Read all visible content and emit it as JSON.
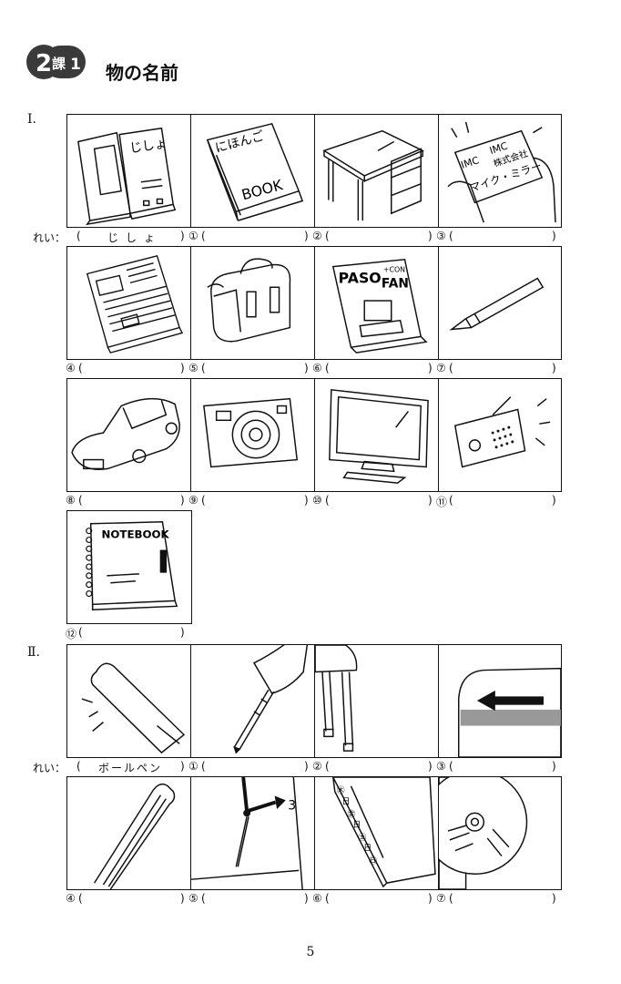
{
  "header": {
    "lesson_number": "2",
    "lesson_kanji": "課",
    "lesson_sub": "1",
    "title": "物の名前"
  },
  "section1": {
    "mark": "Ⅰ.",
    "example_prefix": "れい：",
    "example_answer": "じしょ",
    "nums": [
      "①",
      "②",
      "③",
      "④",
      "⑤",
      "⑥",
      "⑦",
      "⑧",
      "⑨",
      "⑩",
      "⑪",
      "⑫"
    ],
    "picture_text": {
      "jisho_book": "じしょ",
      "nihongo_book": "にほんご",
      "book_word": "BOOK",
      "card_company": "IMC",
      "card_company2": "IMC",
      "card_kaisha": "株式会社",
      "card_name": "マイク・ミラー",
      "magazine_a": "PASO",
      "magazine_b": "FAN",
      "magazine_c": "+CON",
      "notebook": "NOTEBOOK"
    }
  },
  "section2": {
    "mark": "Ⅱ.",
    "example_prefix": "れい：",
    "example_answer": "ボールペン",
    "nums": [
      "①",
      "②",
      "③",
      "④",
      "⑤",
      "⑥",
      "⑦"
    ],
    "picture_text": {
      "clock_three": "3",
      "book_days": [
        "㊍",
        "日",
        "㊎",
        "日",
        "㊏",
        "日",
        "㊐"
      ]
    }
  },
  "footer": {
    "page_number": "5"
  }
}
